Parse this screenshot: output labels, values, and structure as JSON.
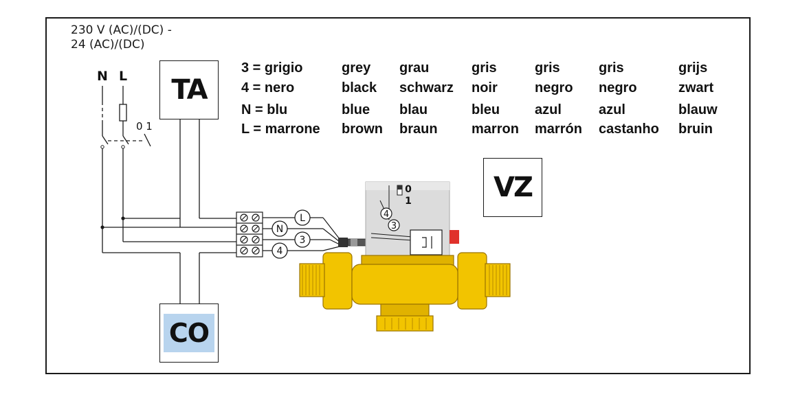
{
  "supply_text": "230 V (AC)/(DC) -\n24 (AC)/(DC)",
  "boxes": {
    "ta": "TA",
    "vz": "VZ",
    "co": "CO"
  },
  "phase_labels": {
    "n": "N",
    "l": "L",
    "switch": "0 1"
  },
  "wire_markers": [
    "L",
    "N",
    "3",
    "4"
  ],
  "actuator_markers": {
    "switch_0": "0",
    "switch_1": "1",
    "wire_4": "4",
    "wire_3": "3"
  },
  "legend": [
    [
      "3 = grigio",
      "grey",
      "grau",
      "gris",
      "gris",
      "gris",
      "grijs"
    ],
    [
      "4 = nero",
      "black",
      "schwarz",
      "noir",
      "negro",
      "negro",
      "zwart"
    ],
    [
      "N = blu",
      "blue",
      "blau",
      "bleu",
      "azul",
      "azul",
      "blauw"
    ],
    [
      "L = marrone",
      "brown",
      "braun",
      "marron",
      "marrón",
      "castanho",
      "bruin"
    ]
  ],
  "colors": {
    "line": "#1a1a1a",
    "brass": "#f2c400",
    "brass_dark": "#b88a00",
    "actuator": "#dcdcdc",
    "co_highlight": "#b8d4ee",
    "red_button": "#e0312b"
  }
}
